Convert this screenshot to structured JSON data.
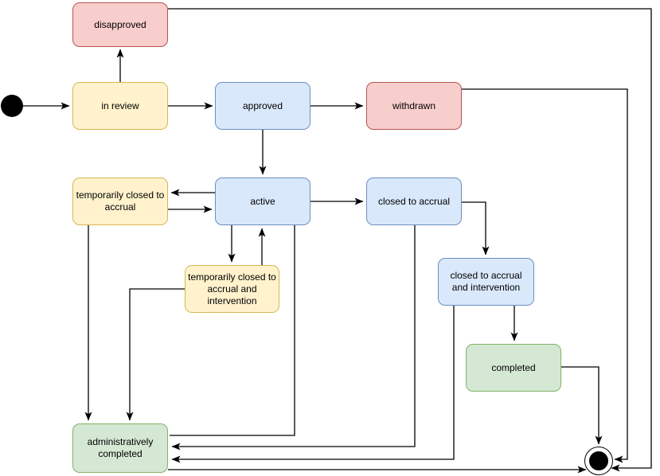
{
  "diagram": {
    "type": "state-machine",
    "background_color": "#ffffff",
    "edge_color": "#000000",
    "text_color": "#000000",
    "palette": {
      "yellow": {
        "fill": "#fff2cc",
        "stroke": "#d6b656"
      },
      "blue": {
        "fill": "#dae8fc",
        "stroke": "#6c8ebf"
      },
      "red": {
        "fill": "#f8cecc",
        "stroke": "#b85450"
      },
      "green": {
        "fill": "#d5e8d4",
        "stroke": "#82b366"
      }
    },
    "states": {
      "initial": {
        "label": "",
        "shape": "filled-circle",
        "color": "black"
      },
      "disapproved": {
        "label": "disapproved",
        "color": "red"
      },
      "in_review": {
        "label": "in review",
        "color": "yellow"
      },
      "approved": {
        "label": "approved",
        "color": "blue"
      },
      "withdrawn": {
        "label": "withdrawn",
        "color": "red"
      },
      "temporarily_closed_to_accrual": {
        "label": "temporarily closed to\naccrual",
        "color": "yellow"
      },
      "active": {
        "label": "active",
        "color": "blue"
      },
      "closed_to_accrual": {
        "label": "closed to accrual",
        "color": "blue"
      },
      "temporarily_closed_to_accrual_and_intervention": {
        "label": "temporarily closed to\naccrual and\nintervention",
        "color": "yellow"
      },
      "closed_to_accrual_and_intervention": {
        "label": "closed to accrual\nand intervention",
        "color": "blue"
      },
      "completed": {
        "label": "completed",
        "color": "green"
      },
      "administratively_completed": {
        "label": "administratively\ncompleted",
        "color": "green"
      },
      "final": {
        "label": "",
        "shape": "ring-dot",
        "color": "black"
      }
    },
    "transitions": [
      {
        "from": "initial",
        "to": "in review"
      },
      {
        "from": "in review",
        "to": "disapproved"
      },
      {
        "from": "in review",
        "to": "approved"
      },
      {
        "from": "approved",
        "to": "withdrawn"
      },
      {
        "from": "approved",
        "to": "active"
      },
      {
        "from": "active",
        "to": "temporarily closed to accrual"
      },
      {
        "from": "temporarily closed to accrual",
        "to": "active"
      },
      {
        "from": "active",
        "to": "temporarily closed to accrual and intervention"
      },
      {
        "from": "temporarily closed to accrual and intervention",
        "to": "active"
      },
      {
        "from": "active",
        "to": "closed to accrual"
      },
      {
        "from": "active",
        "to": "administratively completed"
      },
      {
        "from": "closed to accrual",
        "to": "closed to accrual and intervention"
      },
      {
        "from": "closed to accrual",
        "to": "administratively completed"
      },
      {
        "from": "closed to accrual and intervention",
        "to": "completed"
      },
      {
        "from": "closed to accrual and intervention",
        "to": "administratively completed"
      },
      {
        "from": "temporarily closed to accrual",
        "to": "administratively completed"
      },
      {
        "from": "temporarily closed to accrual and intervention",
        "to": "administratively completed"
      },
      {
        "from": "completed",
        "to": "final"
      },
      {
        "from": "disapproved",
        "to": "final"
      },
      {
        "from": "withdrawn",
        "to": "final"
      },
      {
        "from": "administratively completed",
        "to": "final"
      }
    ]
  }
}
